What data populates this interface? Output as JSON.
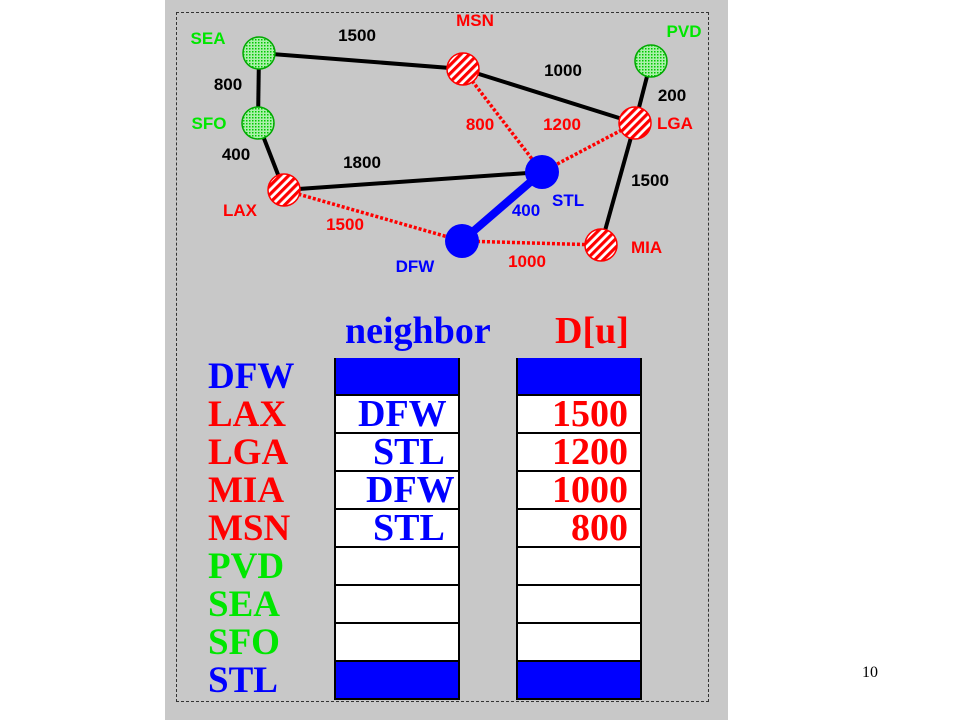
{
  "colors": {
    "green": "#00e600",
    "red": "#ff0000",
    "blue": "#0000ff",
    "black": "#000000",
    "panel": "#c8c8c8"
  },
  "graph": {
    "nodes": [
      {
        "id": "SEA",
        "label": "SEA",
        "state": "green"
      },
      {
        "id": "SFO",
        "label": "SFO",
        "state": "green"
      },
      {
        "id": "MSN",
        "label": "MSN",
        "state": "red"
      },
      {
        "id": "PVD",
        "label": "PVD",
        "state": "green"
      },
      {
        "id": "LGA",
        "label": "LGA",
        "state": "red"
      },
      {
        "id": "LAX",
        "label": "LAX",
        "state": "red"
      },
      {
        "id": "STL",
        "label": "STL",
        "state": "blue"
      },
      {
        "id": "DFW",
        "label": "DFW",
        "state": "blue"
      },
      {
        "id": "MIA",
        "label": "MIA",
        "state": "red"
      }
    ],
    "edges": [
      {
        "from": "SEA",
        "to": "MSN",
        "weight": "1500",
        "style": "solid"
      },
      {
        "from": "SEA",
        "to": "SFO",
        "weight": "800",
        "style": "solid"
      },
      {
        "from": "SFO",
        "to": "LAX",
        "weight": "400",
        "style": "solid"
      },
      {
        "from": "MSN",
        "to": "LGA",
        "weight": "1000",
        "style": "solid"
      },
      {
        "from": "PVD",
        "to": "LGA",
        "weight": "200",
        "style": "solid"
      },
      {
        "from": "LGA",
        "to": "MIA",
        "weight": "1500",
        "style": "solid"
      },
      {
        "from": "LAX",
        "to": "STL",
        "weight": "1800",
        "style": "solid"
      },
      {
        "from": "MSN",
        "to": "STL",
        "weight": "800",
        "style": "dashed"
      },
      {
        "from": "LGA",
        "to": "STL",
        "weight": "1200",
        "style": "dashed"
      },
      {
        "from": "LAX",
        "to": "DFW",
        "weight": "1500",
        "style": "dashed"
      },
      {
        "from": "DFW",
        "to": "MIA",
        "weight": "1000",
        "style": "dashed"
      },
      {
        "from": "DFW",
        "to": "STL",
        "weight": "400",
        "style": "tree"
      }
    ]
  },
  "table": {
    "neighbor_header": "neighbor",
    "d_header": "D[u]",
    "rows": [
      {
        "vertex": "DFW",
        "color": "blue",
        "neighbor": "",
        "d": ""
      },
      {
        "vertex": "LAX",
        "color": "red",
        "neighbor": "DFW",
        "d": "1500"
      },
      {
        "vertex": "LGA",
        "color": "red",
        "neighbor": "STL",
        "d": "1200"
      },
      {
        "vertex": "MIA",
        "color": "red",
        "neighbor": "DFW",
        "d": "1000"
      },
      {
        "vertex": "MSN",
        "color": "red",
        "neighbor": "STL",
        "d": "800"
      },
      {
        "vertex": "PVD",
        "color": "green",
        "neighbor": "",
        "d": ""
      },
      {
        "vertex": "SEA",
        "color": "green",
        "neighbor": "",
        "d": ""
      },
      {
        "vertex": "SFO",
        "color": "green",
        "neighbor": "",
        "d": ""
      },
      {
        "vertex": "STL",
        "color": "blue",
        "neighbor": "",
        "d": ""
      }
    ]
  },
  "page_number": "10"
}
